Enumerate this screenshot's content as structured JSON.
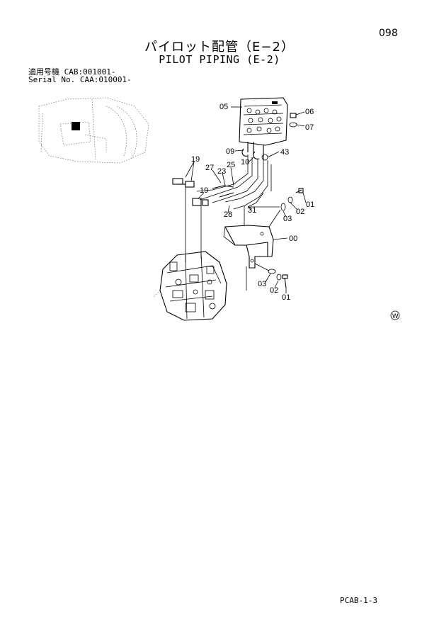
{
  "page_number": "098",
  "title_jp": "パイロット配管（E−2）",
  "title_en": "PILOT PIPING (E-2)",
  "serial": {
    "row1": {
      "label": "適用号機",
      "value": "CAB:001001-"
    },
    "row2": {
      "label": "Serial No.",
      "value": "CAA:010001-"
    }
  },
  "footer_code": "PCAB-1-3",
  "callouts": {
    "c05": "05",
    "c06": "06",
    "c07": "07",
    "c09": "09",
    "c10": "10",
    "c43": "43",
    "c19a": "19",
    "c27": "27",
    "c25": "25",
    "c23": "23",
    "c19b": "19",
    "c28": "28",
    "c31": "31",
    "c01a": "01",
    "c02a": "02",
    "c03a": "03",
    "c00": "00",
    "c03b": "03",
    "c02b": "02",
    "c01b": "01"
  },
  "symbol": "W"
}
